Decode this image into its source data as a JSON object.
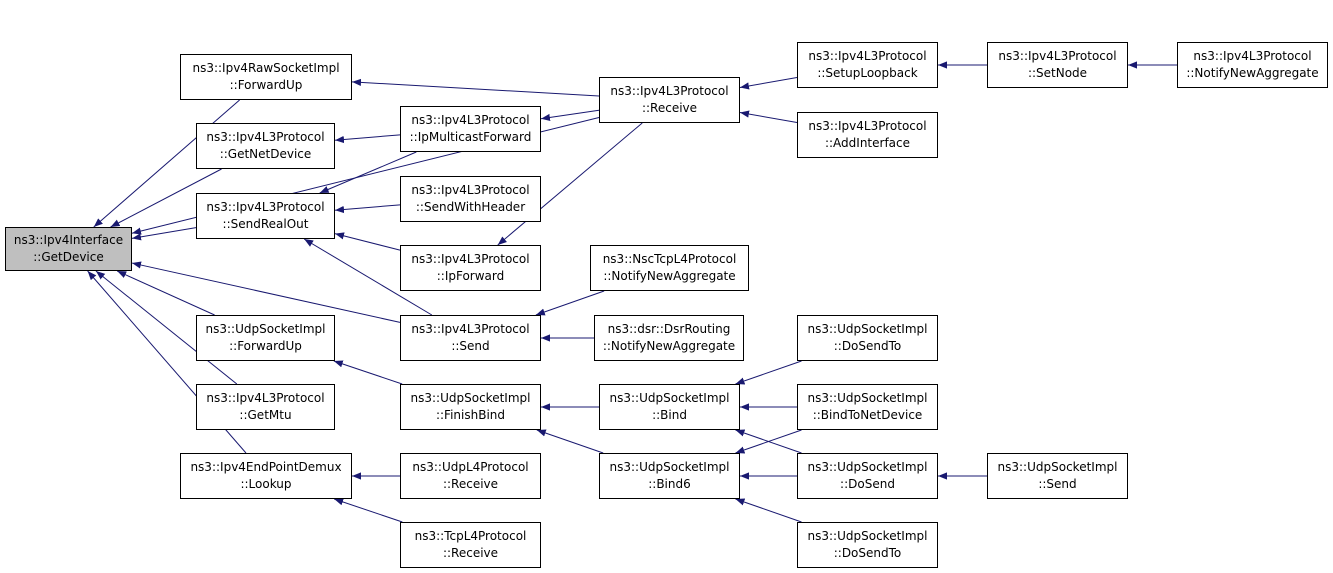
{
  "colors": {
    "edge": "#191970",
    "node_border": "#000000",
    "node_fill": "#ffffff",
    "root_fill": "#bfbfbf"
  },
  "nodes": {
    "getdevice": {
      "line1": "ns3::Ipv4Interface",
      "line2": "::GetDevice"
    },
    "rawsocket_forwardup": {
      "line1": "ns3::Ipv4RawSocketImpl",
      "line2": "::ForwardUp"
    },
    "l3_getnetdevice": {
      "line1": "ns3::Ipv4L3Protocol",
      "line2": "::GetNetDevice"
    },
    "l3_sendrealout": {
      "line1": "ns3::Ipv4L3Protocol",
      "line2": "::SendRealOut"
    },
    "udp_forwardup": {
      "line1": "ns3::UdpSocketImpl",
      "line2": "::ForwardUp"
    },
    "l3_getmtu": {
      "line1": "ns3::Ipv4L3Protocol",
      "line2": "::GetMtu"
    },
    "epd_lookup": {
      "line1": "ns3::Ipv4EndPointDemux",
      "line2": "::Lookup"
    },
    "l3_ipmulticastforward": {
      "line1": "ns3::Ipv4L3Protocol",
      "line2": "::IpMulticastForward"
    },
    "l3_sendwithheader": {
      "line1": "ns3::Ipv4L3Protocol",
      "line2": "::SendWithHeader"
    },
    "l3_ipforward": {
      "line1": "ns3::Ipv4L3Protocol",
      "line2": "::IpForward"
    },
    "l3_send": {
      "line1": "ns3::Ipv4L3Protocol",
      "line2": "::Send"
    },
    "udp_finishbind": {
      "line1": "ns3::UdpSocketImpl",
      "line2": "::FinishBind"
    },
    "udpl4_receive": {
      "line1": "ns3::UdpL4Protocol",
      "line2": "::Receive"
    },
    "tcpl4_receive": {
      "line1": "ns3::TcpL4Protocol",
      "line2": "::Receive"
    },
    "l3_receive": {
      "line1": "ns3::Ipv4L3Protocol",
      "line2": "::Receive"
    },
    "nsc_notify": {
      "line1": "ns3::NscTcpL4Protocol",
      "line2": "::NotifyNewAggregate"
    },
    "dsr_notify": {
      "line1": "ns3::dsr::DsrRouting",
      "line2": "::NotifyNewAggregate"
    },
    "udp_bind": {
      "line1": "ns3::UdpSocketImpl",
      "line2": "::Bind"
    },
    "udp_bind6": {
      "line1": "ns3::UdpSocketImpl",
      "line2": "::Bind6"
    },
    "l3_setuploopback": {
      "line1": "ns3::Ipv4L3Protocol",
      "line2": "::SetupLoopback"
    },
    "l3_addinterface": {
      "line1": "ns3::Ipv4L3Protocol",
      "line2": "::AddInterface"
    },
    "udp_dosendto_1": {
      "line1": "ns3::UdpSocketImpl",
      "line2": "::DoSendTo"
    },
    "udp_bindtonetdevice": {
      "line1": "ns3::UdpSocketImpl",
      "line2": "::BindToNetDevice"
    },
    "udp_dosend": {
      "line1": "ns3::UdpSocketImpl",
      "line2": "::DoSend"
    },
    "udp_dosendto_2": {
      "line1": "ns3::UdpSocketImpl",
      "line2": "::DoSendTo"
    },
    "l3_setnode": {
      "line1": "ns3::Ipv4L3Protocol",
      "line2": "::SetNode"
    },
    "udp_send": {
      "line1": "ns3::UdpSocketImpl",
      "line2": "::Send"
    },
    "l3_notifynewaggregate": {
      "line1": "ns3::Ipv4L3Protocol",
      "line2": "::NotifyNewAggregate"
    }
  },
  "edges": [
    [
      "getdevice",
      "rawsocket_forwardup"
    ],
    [
      "getdevice",
      "l3_getnetdevice"
    ],
    [
      "getdevice",
      "l3_sendrealout"
    ],
    [
      "getdevice",
      "udp_forwardup"
    ],
    [
      "getdevice",
      "l3_getmtu"
    ],
    [
      "getdevice",
      "epd_lookup"
    ],
    [
      "getdevice",
      "l3_send"
    ],
    [
      "getdevice",
      "l3_receive"
    ],
    [
      "l3_getnetdevice",
      "l3_ipmulticastforward"
    ],
    [
      "l3_sendrealout",
      "l3_ipmulticastforward"
    ],
    [
      "l3_sendrealout",
      "l3_sendwithheader"
    ],
    [
      "l3_sendrealout",
      "l3_ipforward"
    ],
    [
      "l3_sendrealout",
      "l3_send"
    ],
    [
      "rawsocket_forwardup",
      "l3_receive"
    ],
    [
      "l3_ipmulticastforward",
      "l3_receive"
    ],
    [
      "l3_ipforward",
      "l3_receive"
    ],
    [
      "l3_receive",
      "l3_setuploopback"
    ],
    [
      "l3_receive",
      "l3_addinterface"
    ],
    [
      "l3_setuploopback",
      "l3_setnode"
    ],
    [
      "l3_setnode",
      "l3_notifynewaggregate"
    ],
    [
      "l3_send",
      "nsc_notify"
    ],
    [
      "l3_send",
      "dsr_notify"
    ],
    [
      "udp_forwardup",
      "udp_finishbind"
    ],
    [
      "udp_finishbind",
      "udp_bind"
    ],
    [
      "udp_finishbind",
      "udp_bind6"
    ],
    [
      "udp_bind",
      "udp_dosendto_1"
    ],
    [
      "udp_bind",
      "udp_bindtonetdevice"
    ],
    [
      "udp_bind",
      "udp_dosend"
    ],
    [
      "udp_bind6",
      "udp_bindtonetdevice"
    ],
    [
      "udp_bind6",
      "udp_dosend"
    ],
    [
      "udp_bind6",
      "udp_dosendto_2"
    ],
    [
      "udp_dosend",
      "udp_send"
    ],
    [
      "epd_lookup",
      "udpl4_receive"
    ],
    [
      "epd_lookup",
      "tcpl4_receive"
    ]
  ]
}
